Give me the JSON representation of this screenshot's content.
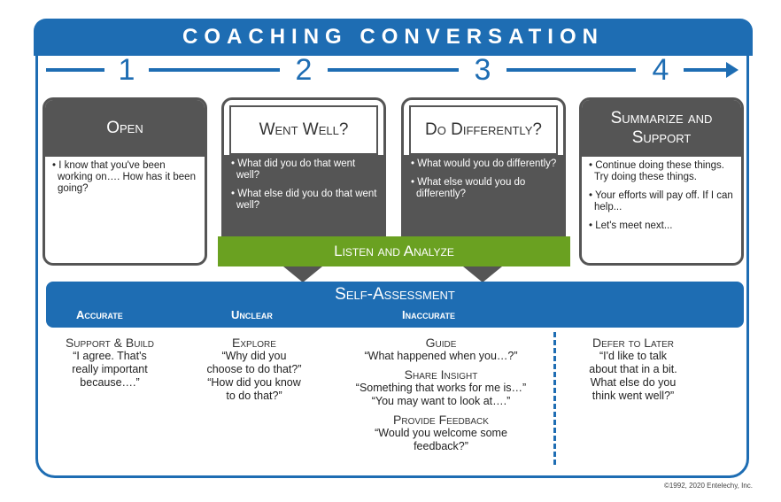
{
  "title": "COACHING CONVERSATION",
  "steps": [
    "1",
    "2",
    "3",
    "4"
  ],
  "cards": [
    {
      "head": "Open",
      "bullets": [
        "I know that you've been working on…. How has it been going?"
      ]
    },
    {
      "head": "Went Well?",
      "bullets": [
        "What did you do that went well?",
        "What else did you do that went well?"
      ]
    },
    {
      "head": "Do Differently?",
      "bullets": [
        "What would you do differently?",
        "What else would you do differently?"
      ]
    },
    {
      "head": "Summarize and Support",
      "bullets": [
        "Continue doing these things. Try doing these things.",
        "Your efforts will pay off. If I can help...",
        "Let's meet next..."
      ]
    }
  ],
  "listen": "Listen and Analyze",
  "self_assessment": {
    "title": "Self-Assessment",
    "labels": [
      "Accurate",
      "Unclear",
      "Inaccurate"
    ]
  },
  "responses": {
    "support": {
      "head": "Support & Build",
      "lines": [
        "“I agree. That's",
        "really important",
        "because….”"
      ]
    },
    "explore": {
      "head": "Explore",
      "lines": [
        "“Why did you",
        "choose to do that?”",
        "“How did you know",
        "to do that?”"
      ]
    },
    "guide": {
      "head": "Guide",
      "lines": [
        "“What happened when you…?”"
      ]
    },
    "insight": {
      "head": "Share Insight",
      "lines": [
        "“Something that works for me is…”",
        "“You may want to look at….”"
      ]
    },
    "feedback": {
      "head": "Provide Feedback",
      "lines": [
        "“Would you welcome some",
        "feedback?”"
      ]
    },
    "defer": {
      "head": "Defer to Later",
      "lines": [
        "“I'd like to talk",
        "about that in a bit.",
        "What else do you",
        "think went well?”"
      ]
    }
  },
  "copyright": "©1992, 2020 Entelechy, Inc.",
  "colors": {
    "blue": "#1e6db3",
    "green": "#6aa121",
    "gray": "#555555"
  }
}
